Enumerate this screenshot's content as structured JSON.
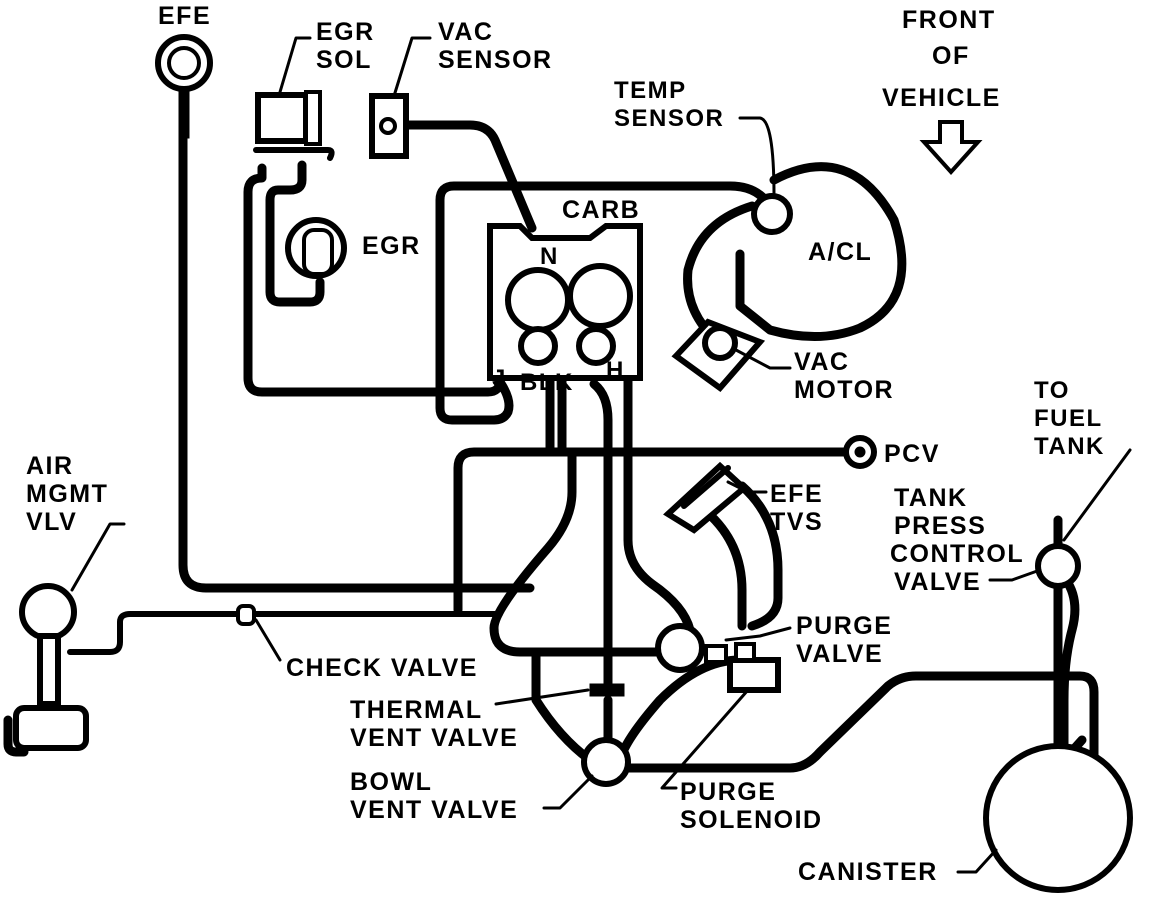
{
  "labels": {
    "efe": "EFE",
    "egr_sol_1": "EGR",
    "egr_sol_2": "SOL",
    "vac_sensor_1": "VAC",
    "vac_sensor_2": "SENSOR",
    "front_1": "FRONT",
    "front_2": "OF",
    "front_3": "VEHICLE",
    "temp_sensor_1": "TEMP",
    "temp_sensor_2": "SENSOR",
    "carb": "CARB",
    "carb_n": "N",
    "egr": "EGR",
    "acl": "A/CL",
    "vac_motor_1": "VAC",
    "vac_motor_2": "MOTOR",
    "carb_j": "J",
    "carb_blk": "BLK",
    "carb_h": "H",
    "pcv": "PCV",
    "to_fuel_tank_1": "TO",
    "to_fuel_tank_2": "FUEL",
    "to_fuel_tank_3": "TANK",
    "air_mgmt_1": "AIR",
    "air_mgmt_2": "MGMT",
    "air_mgmt_3": "VLV",
    "efe_tvs_1": "EFE",
    "efe_tvs_2": "TVS",
    "tank_press_1": "TANK",
    "tank_press_2": "PRESS",
    "tank_press_3": "CONTROL",
    "tank_press_4": "VALVE",
    "check_valve": "CHECK VALVE",
    "purge_valve_1": "PURGE",
    "purge_valve_2": "VALVE",
    "thermal_1": "THERMAL",
    "thermal_2": "VENT VALVE",
    "bowl_1": "BOWL",
    "bowl_2": "VENT VALVE",
    "purge_solenoid_1": "PURGE",
    "purge_solenoid_2": "SOLENOID",
    "canister": "CANISTER"
  },
  "colors": {
    "ink": "#000000",
    "paper": "#ffffff"
  }
}
